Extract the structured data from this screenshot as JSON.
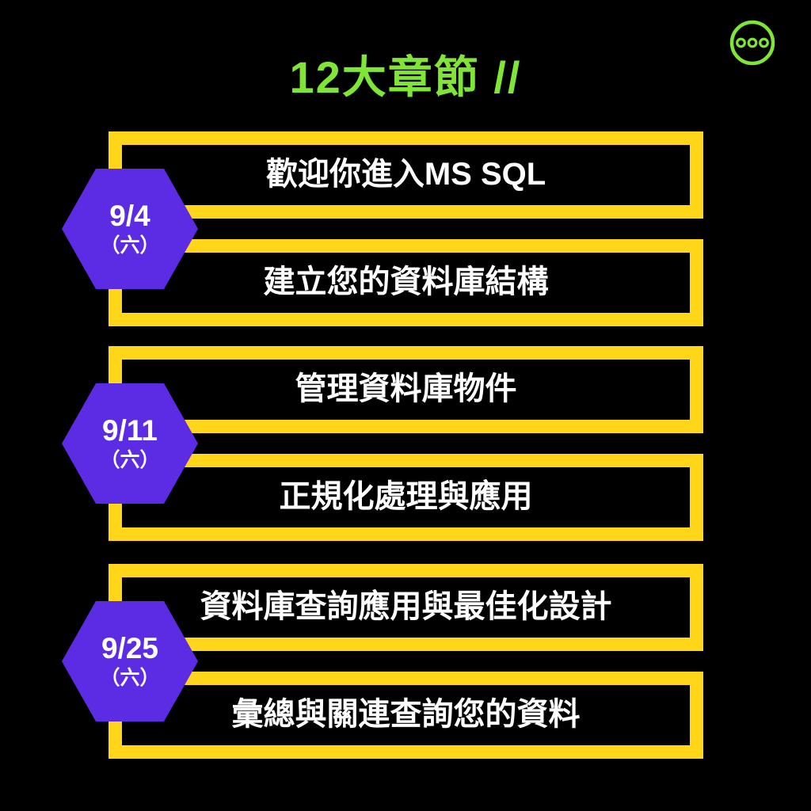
{
  "title": {
    "text": "12大章節 //"
  },
  "icons": {
    "more": "three-dots-in-circle"
  },
  "colors": {
    "bg": "#000000",
    "green": "#80E636",
    "yellow": "#FFD61A",
    "purple": "#5C2BE4",
    "white": "#FFFFFF"
  },
  "groups": [
    {
      "date": "9/4",
      "weekday": "（六）",
      "chapters": [
        "歡迎你進入MS SQL",
        "建立您的資料庫結構"
      ]
    },
    {
      "date": "9/11",
      "weekday": "（六）",
      "chapters": [
        "管理資料庫物件",
        "正規化處理與應用"
      ]
    },
    {
      "date": "9/25",
      "weekday": "（六）",
      "chapters": [
        "資料庫查詢應用與最佳化設計",
        "彙總與關連查詢您的資料"
      ]
    }
  ]
}
